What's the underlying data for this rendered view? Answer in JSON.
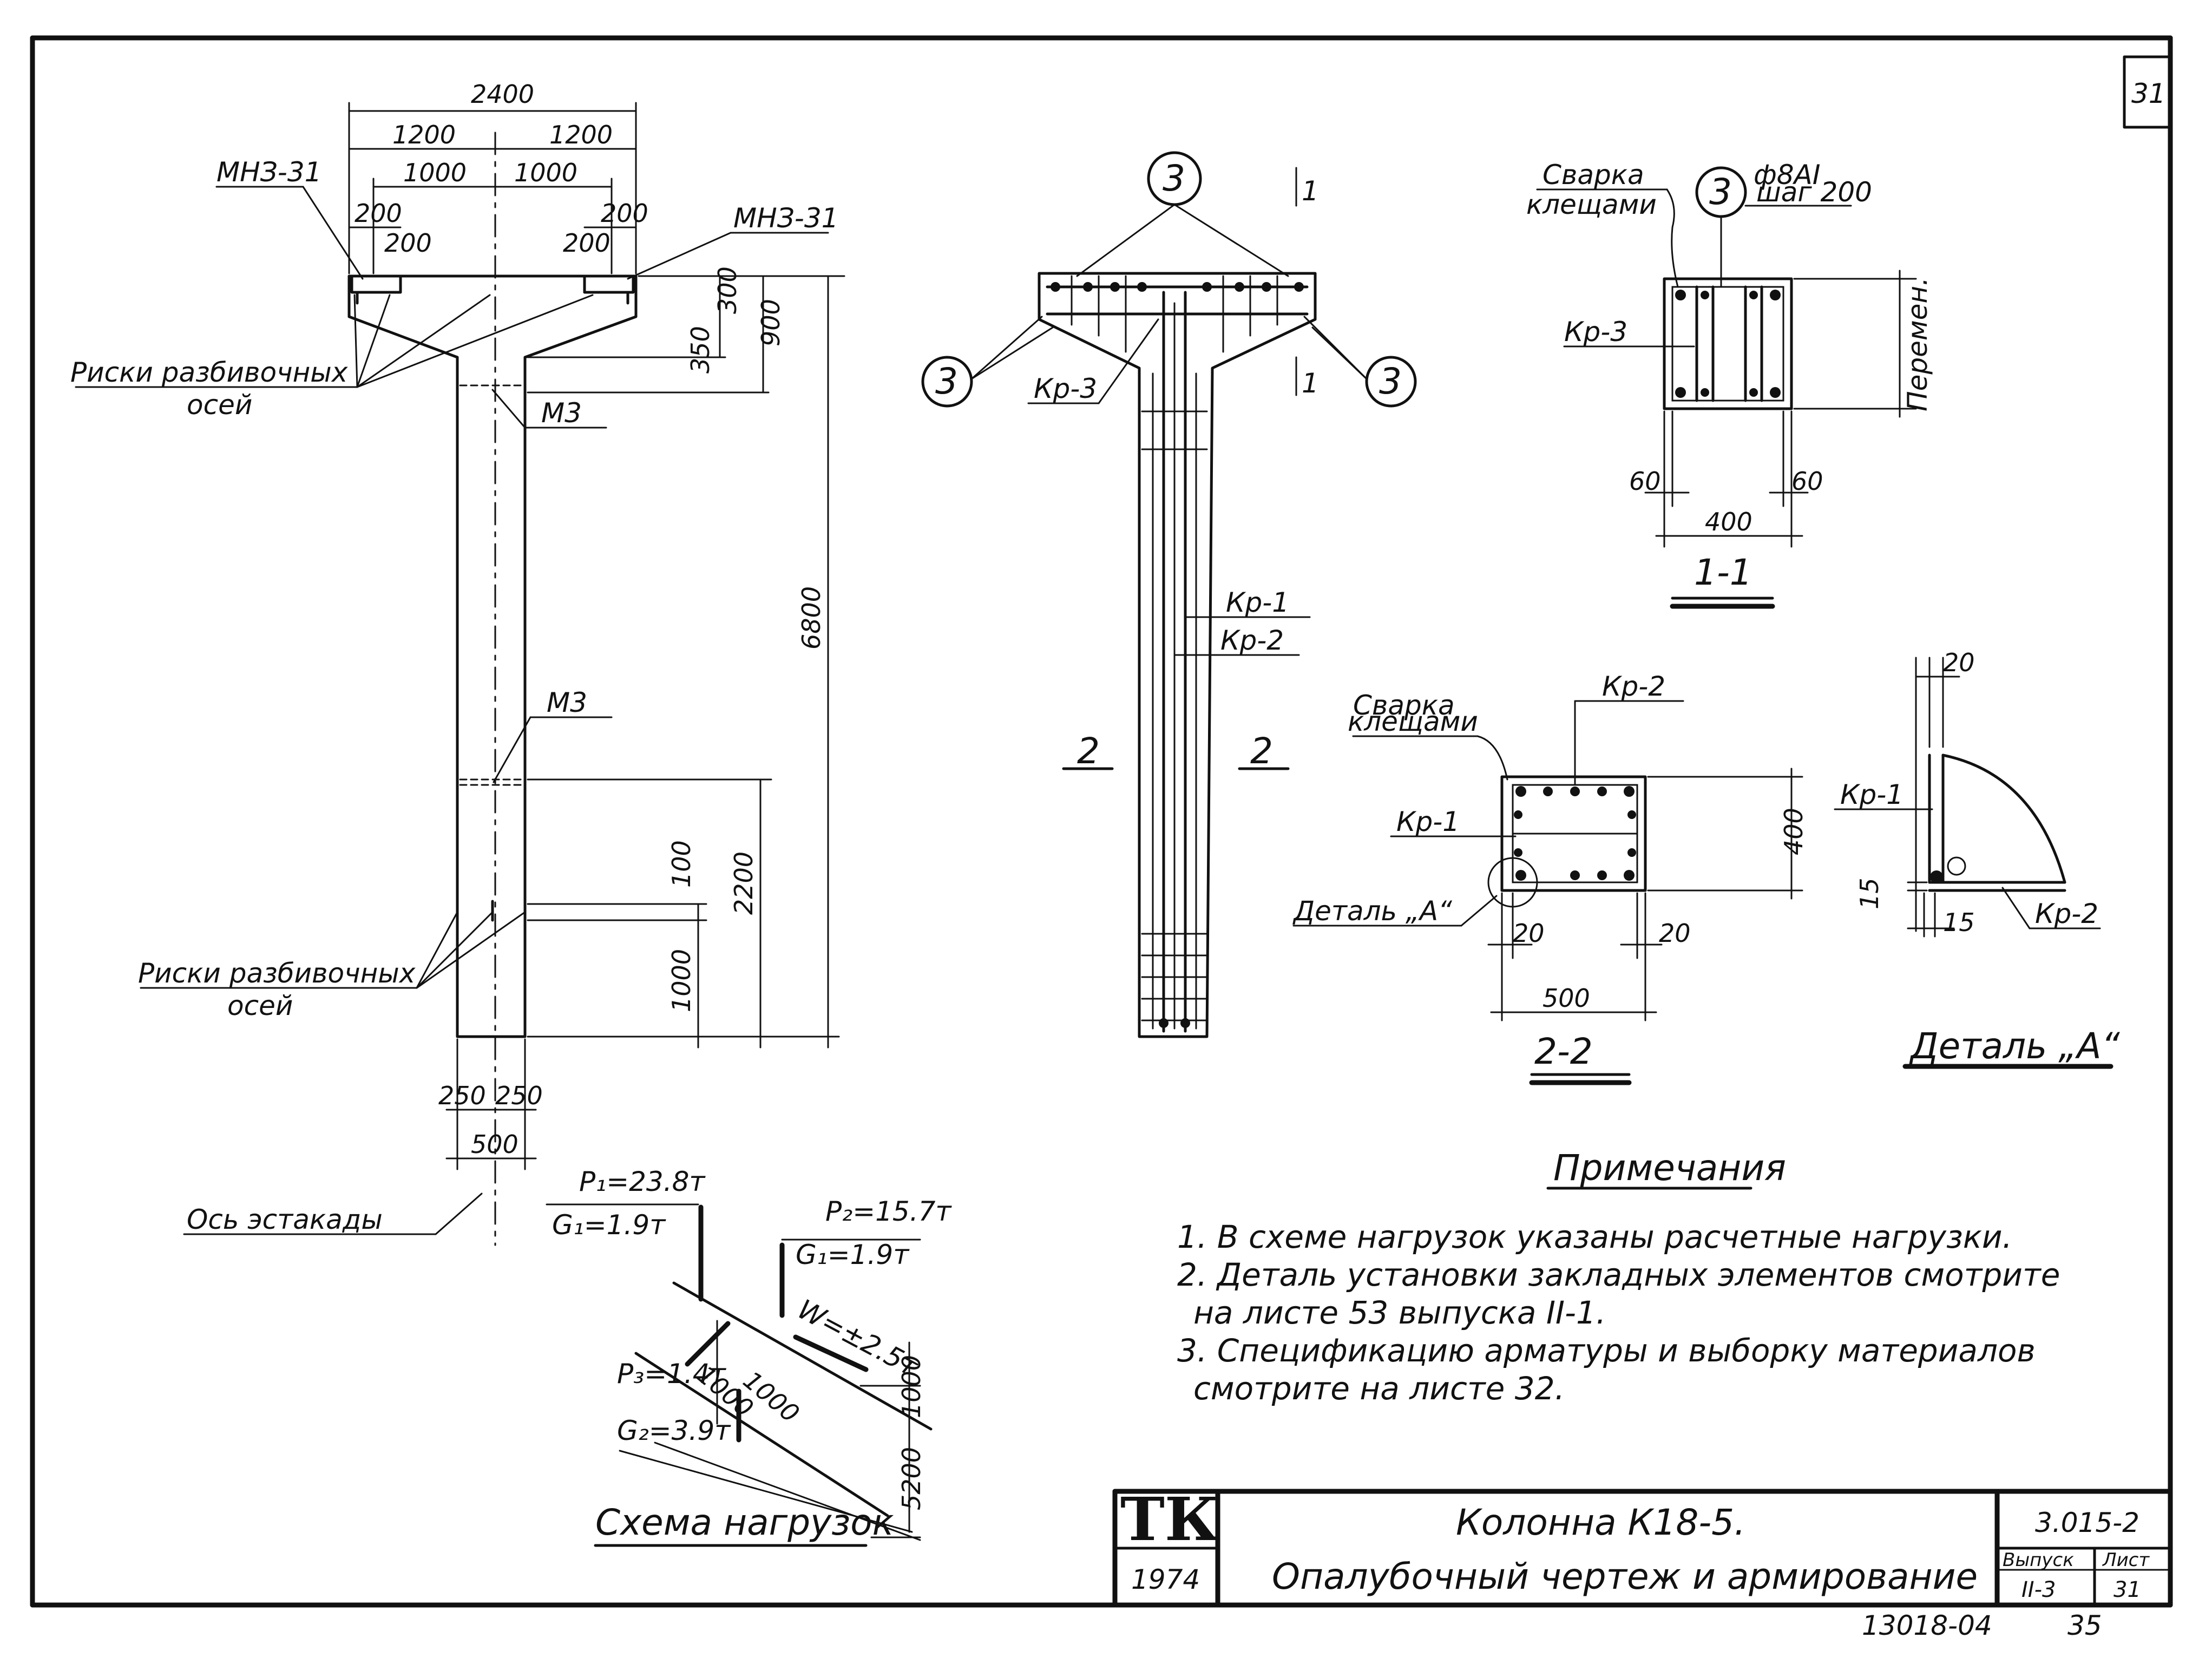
{
  "sheet": {
    "corner_number": "31",
    "bottom_code": "13018-04",
    "bottom_page": "35"
  },
  "elevation": {
    "dim_total": "2400",
    "dim_half_l": "1200",
    "dim_half_r": "1200",
    "dim_inner_l": "1000",
    "dim_inner_r": "1000",
    "dim_200_a": "200",
    "dim_200_b": "200",
    "dim_200_c": "200",
    "dim_200_d": "200",
    "dim_300": "300",
    "dim_900": "900",
    "dim_350": "350",
    "dim_6800": "6800",
    "dim_2200": "2200",
    "dim_100": "100",
    "dim_1000": "1000",
    "dim_250_l": "250",
    "dim_250_r": "250",
    "dim_500": "500",
    "mn_left": "МНЗ-31",
    "mn_right": "МНЗ-31",
    "m3_top": "М3",
    "m3_mid": "М3",
    "risks_top_1": "Риски разбивочных",
    "risks_top_2": "осей",
    "risks_bot_1": "Риски разбивочных",
    "risks_bot_2": "осей",
    "axis_label": "Ось эстакады"
  },
  "rebar": {
    "bubble_top": "3",
    "bubble_left": "3",
    "bubble_right": "3",
    "kr3": "Кр-3",
    "kr1": "Кр-1",
    "kr2": "Кр-2",
    "sec_mark_a": "1",
    "sec_mark_b": "1",
    "sec2_l": "2",
    "sec2_r": "2"
  },
  "section11": {
    "weld_1": "Сварка",
    "weld_2": "клещами",
    "bubble": "3",
    "bar_spec": "ф8АI",
    "step": "шаг 200",
    "kr3": "Кр-3",
    "var": "Перемен.",
    "dim_60_l": "60",
    "dim_60_r": "60",
    "dim_400": "400",
    "title": "1-1"
  },
  "section22": {
    "weld_1": "Сварка",
    "weld_2": "клещами",
    "kr2": "Кр-2",
    "kr1": "Кр-1",
    "detail": "Деталь „А“",
    "dim_400": "400",
    "dim_20_l": "20",
    "dim_20_r": "20",
    "dim_500": "500",
    "title": "2-2"
  },
  "detailA": {
    "kr1": "Кр-1",
    "kr2": "Кр-2",
    "dim_20": "20",
    "dim_15_v": "15",
    "dim_15_h": "15",
    "title": "Деталь „А“"
  },
  "loads": {
    "p1": "P₁=23.8т",
    "g1a": "G₁=1.9т",
    "p2": "P₂=15.7т",
    "g1b": "G₁=1.9т",
    "w": "W=±2.5т",
    "p3": "P₃=1.4т",
    "g2": "G₂=3.9т",
    "d1000a": "1000",
    "d1000b": "1000",
    "d1000c": "1000",
    "d5200": "5200",
    "title": "Схема нагрузок"
  },
  "notes": {
    "heading": "Примечания",
    "n1": "1. В схеме нагрузок указаны расчетные нагрузки.",
    "n2": "2. Деталь установки закладных элементов смотрите",
    "n2b": "на листе 53 выпуска II-1.",
    "n3": "3. Спецификацию арматуры и выборку материалов",
    "n3b": "смотрите на листе 32."
  },
  "title_block": {
    "org": "ТК",
    "year": "1974",
    "title_1": "Колонна К18-5.",
    "title_2": "Опалубочный чертеж и армирование",
    "code": "3.015-2",
    "vyp_label": "Выпуск",
    "vyp": "II-3",
    "list_label": "Лист",
    "list": "31"
  }
}
